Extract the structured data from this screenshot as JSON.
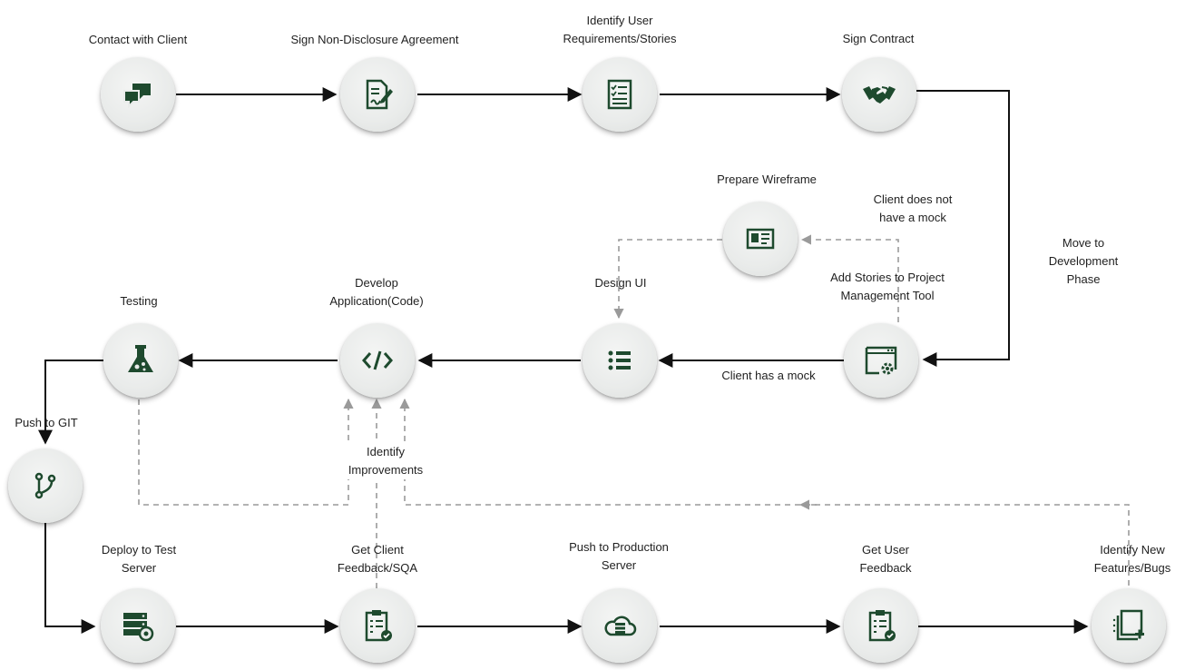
{
  "steps": {
    "contact": {
      "label": "Contact with Client",
      "icon": "chat-bubbles-icon"
    },
    "nda": {
      "label": "Sign Non-Disclosure Agreement",
      "icon": "signed-document-icon"
    },
    "requirements": {
      "label": "Identify User\nRequirements/Stories",
      "icon": "checklist-icon"
    },
    "contract": {
      "label": "Sign Contract",
      "icon": "handshake-icon"
    },
    "wireframe": {
      "label": "Prepare Wireframe",
      "icon": "wireframe-card-icon"
    },
    "stories": {
      "label": "Add Stories to Project\nManagement Tool",
      "icon": "browser-gear-icon"
    },
    "design": {
      "label": "Design UI",
      "icon": "list-icon"
    },
    "develop": {
      "label": "Develop\nApplication(Code)",
      "icon": "code-icon"
    },
    "testing": {
      "label": "Testing",
      "icon": "flask-icon"
    },
    "git": {
      "label": "",
      "icon": "git-branch-icon"
    },
    "deploy_test": {
      "label": "Deploy to Test\nServer",
      "icon": "server-icon"
    },
    "client_feedback": {
      "label": "Get Client\nFeedback/SQA",
      "icon": "clipboard-check-icon"
    },
    "production": {
      "label": "Push to Production\nServer",
      "icon": "cloud-server-icon"
    },
    "user_feedback": {
      "label": "Get User\nFeedback",
      "icon": "clipboard-check-icon"
    },
    "new_features": {
      "label": "Identify New\nFeatures/Bugs",
      "icon": "add-pages-icon"
    }
  },
  "edge_labels": {
    "no_mock": "Client does not\nhave a mock",
    "has_mock": "Client has a mock",
    "dev_phase": "Move to\nDevelopment\nPhase",
    "push_git": "Push to GIT",
    "improvements": "Identify\nImprovements"
  },
  "colors": {
    "icon": "#1e4a2e",
    "line": "#111111",
    "dashed": "#9a9a9a",
    "node": "#e9ebea"
  }
}
